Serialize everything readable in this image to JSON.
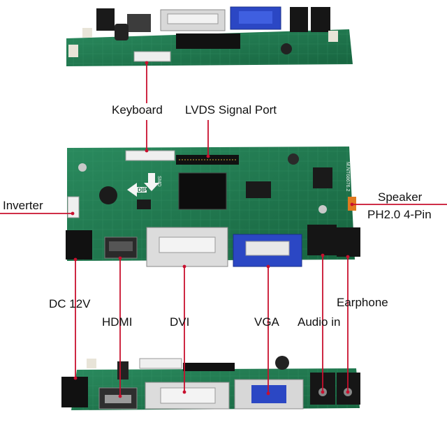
{
  "labels": {
    "keyboard": "Keyboard",
    "lvds": "LVDS Signal Port",
    "inverter": "Inverter",
    "speaker": "Speaker",
    "speaker_spec": "PH2.0 4-Pin",
    "dc": "DC 12V",
    "hdmi": "HDMI",
    "dvi": "DVI",
    "vga": "VGA",
    "audio_in": "Audio in",
    "earphone": "Earphone"
  },
  "board": {
    "model_text": "M.NT68676.2",
    "chip_text": "SMD",
    "dip_text": "DIP"
  },
  "colors": {
    "pcb": "#1f7a52",
    "pcb_dark": "#155c3c",
    "leader_line": "#c8102e",
    "vga_blue": "#2b47c4"
  }
}
